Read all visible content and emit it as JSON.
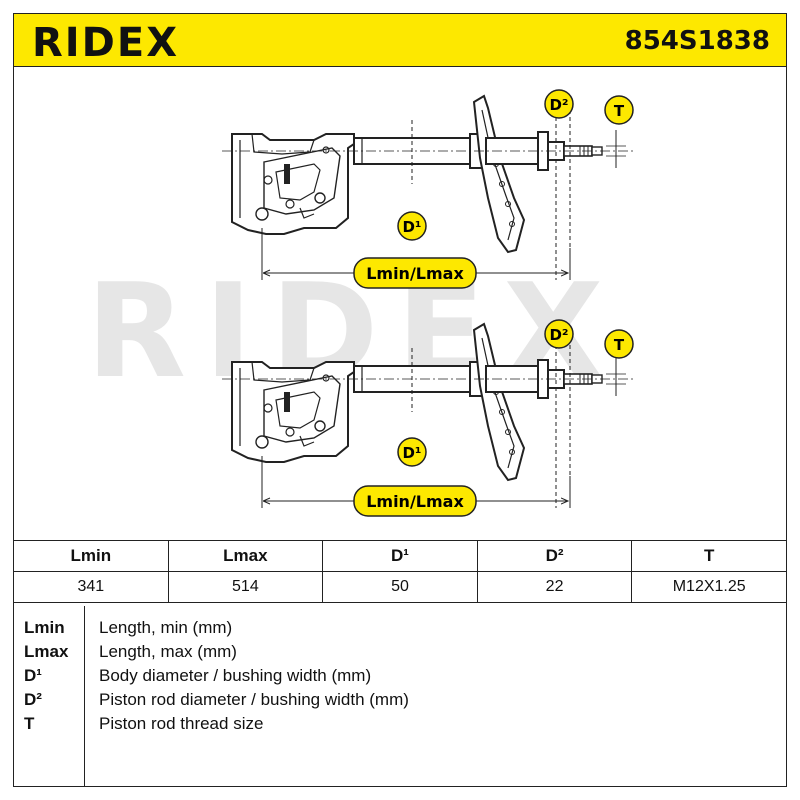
{
  "header": {
    "brand": "RIDEX",
    "part_number": "854S1838",
    "background_color": "#fde800"
  },
  "drawing": {
    "watermark": "RIDEX",
    "labels": {
      "d1": "D¹",
      "d2": "D²",
      "t": "T",
      "length": "Lmin/Lmax"
    },
    "badge_color": "#fde800"
  },
  "specs": {
    "headers": [
      "Lmin",
      "Lmax",
      "D¹",
      "D²",
      "T"
    ],
    "values": [
      "341",
      "514",
      "50",
      "22",
      "M12X1.25"
    ]
  },
  "legend": [
    {
      "key": "Lmin",
      "text": "Length, min (mm)"
    },
    {
      "key": "Lmax",
      "text": "Length, max (mm)"
    },
    {
      "key": "D¹",
      "text": "Body diameter / bushing width (mm)"
    },
    {
      "key": "D²",
      "text": "Piston rod diameter / bushing width (mm)"
    },
    {
      "key": "T",
      "text": "Piston rod thread size"
    }
  ]
}
